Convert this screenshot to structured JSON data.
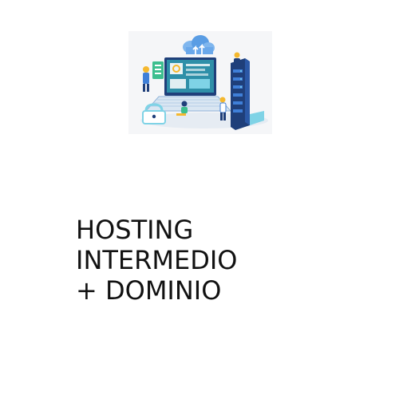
{
  "product": {
    "title_lines": [
      "HOSTING",
      "INTERMEDIO",
      "+ DOMINIO"
    ]
  },
  "illustration": {
    "icon": "hosting-server-illustration-icon",
    "colors": {
      "background": "#f5f6f8",
      "navy": "#1f3f7a",
      "blue": "#3f7fd8",
      "cyan": "#7fd3e6",
      "yellow": "#f5b82e",
      "green": "#3dbf8f"
    }
  }
}
